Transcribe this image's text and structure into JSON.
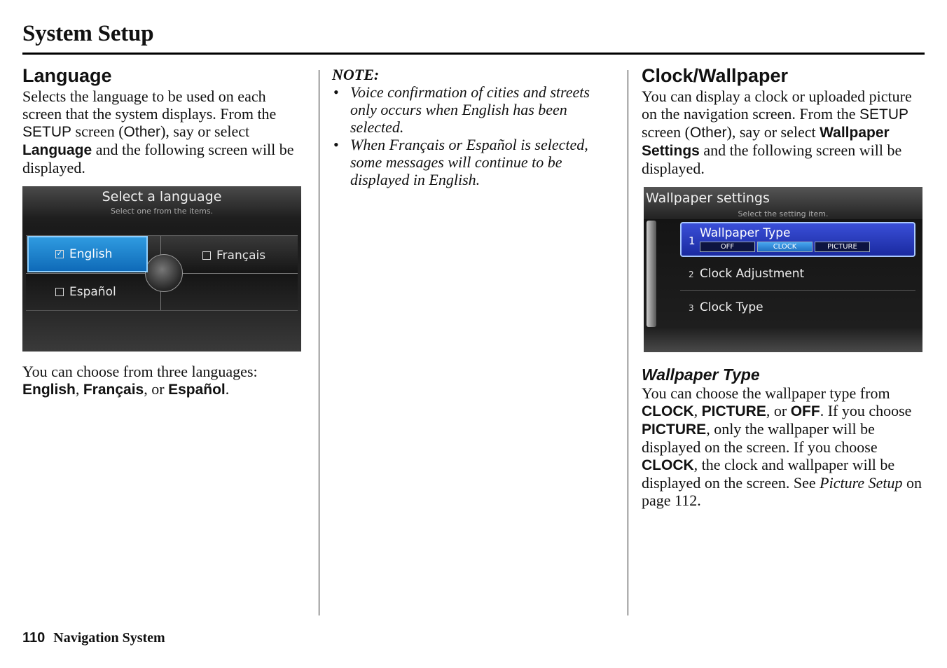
{
  "header": {
    "title": "System Setup"
  },
  "language": {
    "heading": "Language",
    "intro": {
      "t1": "Selects the language to be used on each screen that the system displays. From the ",
      "setup": "SETUP",
      "t2": " screen (",
      "other": "Other",
      "t3": "), say or select ",
      "language": "Language",
      "t4": " and the following screen will be displayed."
    },
    "screen": {
      "title": "Select a language",
      "subtitle": "Select one from the items.",
      "options": [
        {
          "label": "English",
          "selected": true
        },
        {
          "label": "Français",
          "selected": false
        },
        {
          "label": "Español",
          "selected": false
        }
      ]
    },
    "choose": {
      "t1": "You can choose from three languages: ",
      "english": "English",
      "sep1": ", ",
      "francais": "Français",
      "sep2": ", or ",
      "espanol": "Español",
      "end": "."
    }
  },
  "note": {
    "heading": "NOTE:",
    "items": [
      "Voice confirmation of cities and streets only occurs when English has been selected.",
      "When Français or Español is selected, some messages will continue to be displayed in English."
    ]
  },
  "clock": {
    "heading": "Clock/Wallpaper",
    "intro": {
      "t1": "You can display a clock or uploaded picture on the navigation screen. From the ",
      "setup": "SETUP",
      "t2": " screen (",
      "other": "Other",
      "t3": "), say or select ",
      "wallpaper_settings": "Wallpaper Settings",
      "t4": " and the following screen will be displayed."
    },
    "screen": {
      "title": "Wallpaper settings",
      "subtitle": "Select the setting item.",
      "items": [
        {
          "num": "1",
          "label": "Wallpaper Type",
          "chips": [
            "OFF",
            "CLOCK",
            "PICTURE"
          ],
          "active_chip": "CLOCK"
        },
        {
          "num": "2",
          "label": "Clock Adjustment"
        },
        {
          "num": "3",
          "label": "Clock Type"
        }
      ]
    },
    "wallpaper_type": {
      "heading": "Wallpaper Type",
      "t1": "You can choose the wallpaper type from ",
      "clock1": "CLOCK",
      "sep1": ", ",
      "picture1": "PICTURE",
      "sep2": ", or ",
      "off": "OFF",
      "t2": ". If you choose ",
      "picture2": "PICTURE",
      "t3": ", only the wallpaper will be displayed on the screen. If you choose ",
      "clock2": "CLOCK",
      "t4": ", the clock and wallpaper will be displayed on the screen. See ",
      "ref": "Picture Setup",
      "t5": " on page 112."
    }
  },
  "footer": {
    "page": "110",
    "label": "Navigation System"
  },
  "colors": {
    "selection_blue": "#1f7fd0",
    "wallpaper_selection": "#2a3cc0"
  }
}
